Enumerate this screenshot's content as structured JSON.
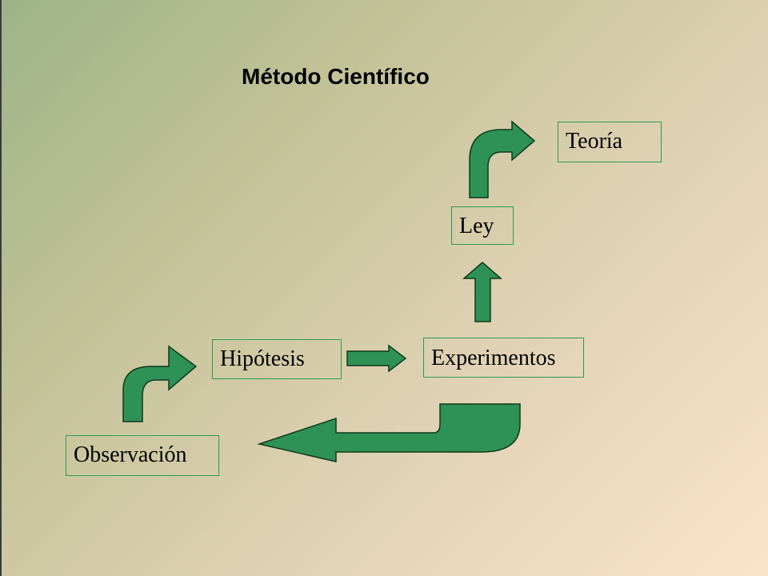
{
  "title": "Método Científico",
  "nodes": {
    "teoria": "Teoría",
    "ley": "Ley",
    "hipotesis": "Hipótesis",
    "experimentos": "Experimentos",
    "observacion": "Observación"
  },
  "colors": {
    "arrow_fill": "#2e9155",
    "box_border": "#2f9a54"
  }
}
